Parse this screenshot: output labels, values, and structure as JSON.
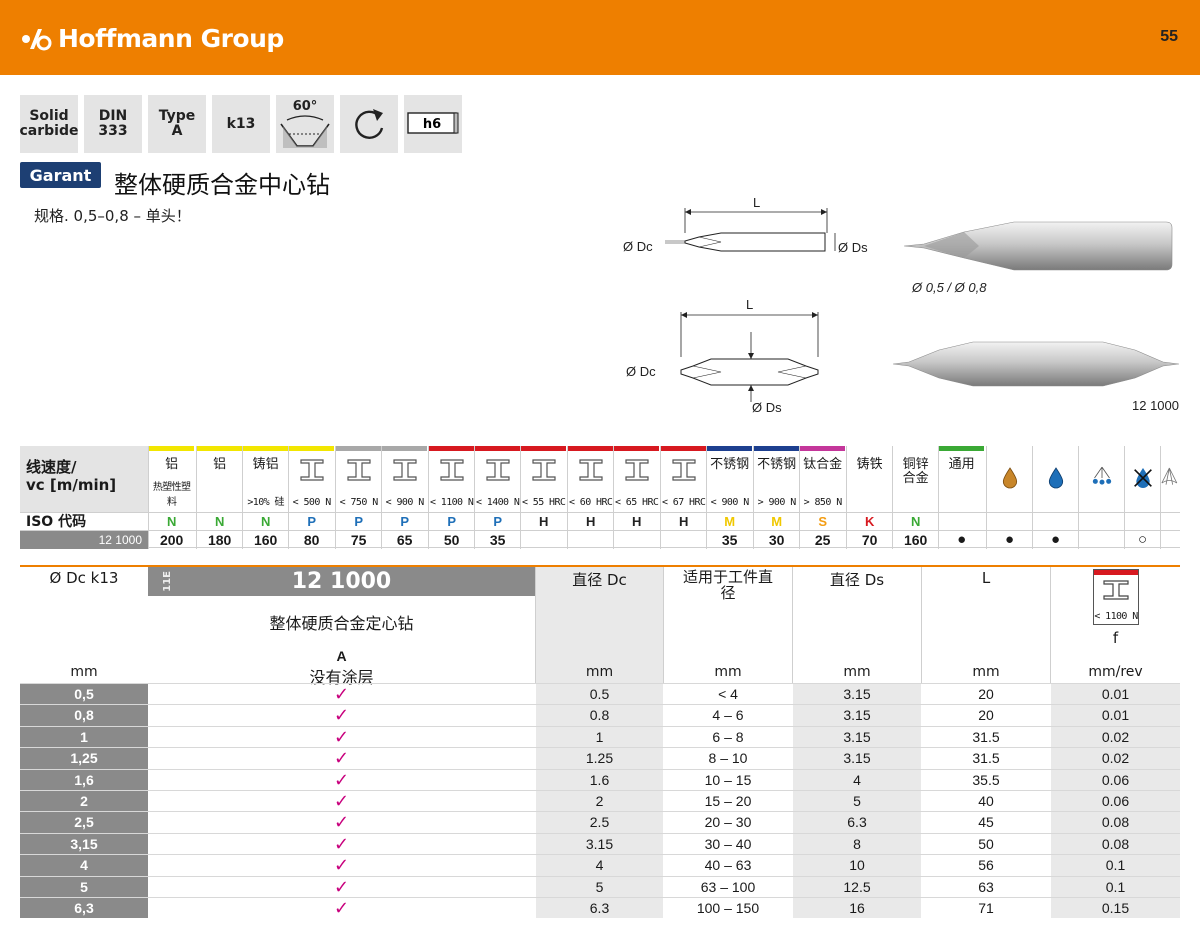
{
  "header": {
    "brand": "Hoffmann Group",
    "page_number": "55",
    "brand_color": "#ee7f00"
  },
  "badges": [
    {
      "line1": "Solid",
      "line2": "carbide"
    },
    {
      "line1": "DIN",
      "line2": "333"
    },
    {
      "line1": "Type",
      "line2": "A"
    },
    {
      "line1": "k13",
      "line2": ""
    },
    {
      "line1": "60°",
      "line2": "",
      "icon": "point-angle-icon"
    },
    {
      "line1": "",
      "line2": "",
      "icon": "clockwise-rotation-icon"
    },
    {
      "line1": "h6",
      "line2": "",
      "icon": "shank-tolerance-icon"
    }
  ],
  "product": {
    "logo": "Garant",
    "title": "整体硬质合金中心钻",
    "note": "规格. 0,5–0,8 – 单头！"
  },
  "drawings": {
    "top": {
      "length": "L",
      "dc": "Ø Dc",
      "ds": "Ø Ds"
    },
    "bottom": {
      "length": "L",
      "dc": "Ø Dc",
      "ds": "Ø Ds"
    },
    "photo_caption": "Ø 0,5 / Ø 0,8",
    "article_caption": "12 1000"
  },
  "materials": {
    "label_line1": "线速度/",
    "label_line2": "vc [m/min]",
    "iso_label": "ISO 代码",
    "vc_article": "12 1000",
    "columns": [
      {
        "color": "#f2e600",
        "name": "铝",
        "sub": "热塑性塑料",
        "iso": "N",
        "iso_color": "#3aa935",
        "vc": "200"
      },
      {
        "color": "#f2e600",
        "name": "铝",
        "sub": "",
        "iso": "N",
        "iso_color": "#3aa935",
        "vc": "180"
      },
      {
        "color": "#f2e600",
        "name": "铸铝",
        "sub": ">10% 硅",
        "iso": "N",
        "iso_color": "#3aa935",
        "vc": "160"
      },
      {
        "color": "#f2e600",
        "name": "",
        "sub": "< 500 N",
        "iso": "P",
        "iso_color": "#1e6fb8",
        "vc": "80"
      },
      {
        "color": "#a8a8a8",
        "name": "",
        "sub": "< 750 N",
        "iso": "P",
        "iso_color": "#1e6fb8",
        "vc": "75"
      },
      {
        "color": "#a8a8a8",
        "name": "",
        "sub": "< 900 N",
        "iso": "P",
        "iso_color": "#1e6fb8",
        "vc": "65"
      },
      {
        "color": "#d71920",
        "name": "",
        "sub": "< 1100 N",
        "iso": "P",
        "iso_color": "#1e6fb8",
        "vc": "50"
      },
      {
        "color": "#d71920",
        "name": "",
        "sub": "< 1400 N",
        "iso": "P",
        "iso_color": "#1e6fb8",
        "vc": "35"
      },
      {
        "color": "#d71920",
        "name": "",
        "sub": "< 55 HRC",
        "iso": "H",
        "iso_color": "#222222",
        "vc": ""
      },
      {
        "color": "#d71920",
        "name": "",
        "sub": "< 60 HRC",
        "iso": "H",
        "iso_color": "#222222",
        "vc": ""
      },
      {
        "color": "#d71920",
        "name": "",
        "sub": "< 65 HRC",
        "iso": "H",
        "iso_color": "#222222",
        "vc": ""
      },
      {
        "color": "#d71920",
        "name": "",
        "sub": "< 67 HRC",
        "iso": "H",
        "iso_color": "#222222",
        "vc": ""
      },
      {
        "color": "#1d3f8f",
        "name": "不锈钢",
        "sub": "< 900 N",
        "iso": "M",
        "iso_color": "#f0c800",
        "vc": "35"
      },
      {
        "color": "#1d3f8f",
        "name": "不锈钢",
        "sub": "> 900 N",
        "iso": "M",
        "iso_color": "#f0c800",
        "vc": "30"
      },
      {
        "color": "#c4369a",
        "name": "钛合金",
        "sub": "> 850 N",
        "iso": "S",
        "iso_color": "#f39c12",
        "vc": "25"
      },
      {
        "color": "#ffffff",
        "name": "铸铁",
        "sub": "",
        "iso": "K",
        "iso_color": "#d71920",
        "vc": "70"
      },
      {
        "color": "#ffffff",
        "name": "铜锌合金",
        "sub": "",
        "iso": "N",
        "iso_color": "#3aa935",
        "vc": "160"
      },
      {
        "color": "#3aa935",
        "name": "通用",
        "sub": "",
        "iso": "",
        "iso_color": "#222222",
        "vc": "●"
      }
    ],
    "coolants": [
      {
        "icon": "oil-drop-icon",
        "vc": "●"
      },
      {
        "icon": "emulsion-drop-icon",
        "vc": "●"
      },
      {
        "icon": "mist-spray-icon",
        "vc": ""
      },
      {
        "icon": "dry-no-coolant-icon",
        "vc": "○"
      },
      {
        "icon": "air-blast-icon",
        "vc": ""
      }
    ]
  },
  "table": {
    "col_dc": "Ø Dc k13",
    "col_dc_unit": "mm",
    "article_no": "12 1000",
    "article_side": "11E",
    "article_name": "整体硬质合金定心钻",
    "article_type": "A",
    "article_coating": "没有涂层",
    "col_dia": "直径 Dc",
    "col_dia_unit": "mm",
    "col_work": "适用于工件直径",
    "col_work_unit": "mm",
    "col_ds": "直径 Ds",
    "col_ds_unit": "mm",
    "col_l": "L",
    "col_l_unit": "mm",
    "feed_label": "< 1100 N",
    "feed_symbol": "f",
    "feed_unit": "mm/rev",
    "check": "✓",
    "rows": [
      {
        "dc": "0,5",
        "d": "0.5",
        "work": "< 4",
        "ds": "3.15",
        "l": "20",
        "f": "0.01"
      },
      {
        "dc": "0,8",
        "d": "0.8",
        "work": "4 – 6",
        "ds": "3.15",
        "l": "20",
        "f": "0.01"
      },
      {
        "dc": "1",
        "d": "1",
        "work": "6 – 8",
        "ds": "3.15",
        "l": "31.5",
        "f": "0.02"
      },
      {
        "dc": "1,25",
        "d": "1.25",
        "work": "8 – 10",
        "ds": "3.15",
        "l": "31.5",
        "f": "0.02"
      },
      {
        "dc": "1,6",
        "d": "1.6",
        "work": "10 – 15",
        "ds": "4",
        "l": "35.5",
        "f": "0.06"
      },
      {
        "dc": "2",
        "d": "2",
        "work": "15 – 20",
        "ds": "5",
        "l": "40",
        "f": "0.06"
      },
      {
        "dc": "2,5",
        "d": "2.5",
        "work": "20 – 30",
        "ds": "6.3",
        "l": "45",
        "f": "0.08"
      },
      {
        "dc": "3,15",
        "d": "3.15",
        "work": "30 – 40",
        "ds": "8",
        "l": "50",
        "f": "0.08"
      },
      {
        "dc": "4",
        "d": "4",
        "work": "40 – 63",
        "ds": "10",
        "l": "56",
        "f": "0.1"
      },
      {
        "dc": "5",
        "d": "5",
        "work": "63 – 100",
        "ds": "12.5",
        "l": "63",
        "f": "0.1"
      },
      {
        "dc": "6,3",
        "d": "6.3",
        "work": "100 – 150",
        "ds": "16",
        "l": "71",
        "f": "0.15"
      }
    ]
  }
}
